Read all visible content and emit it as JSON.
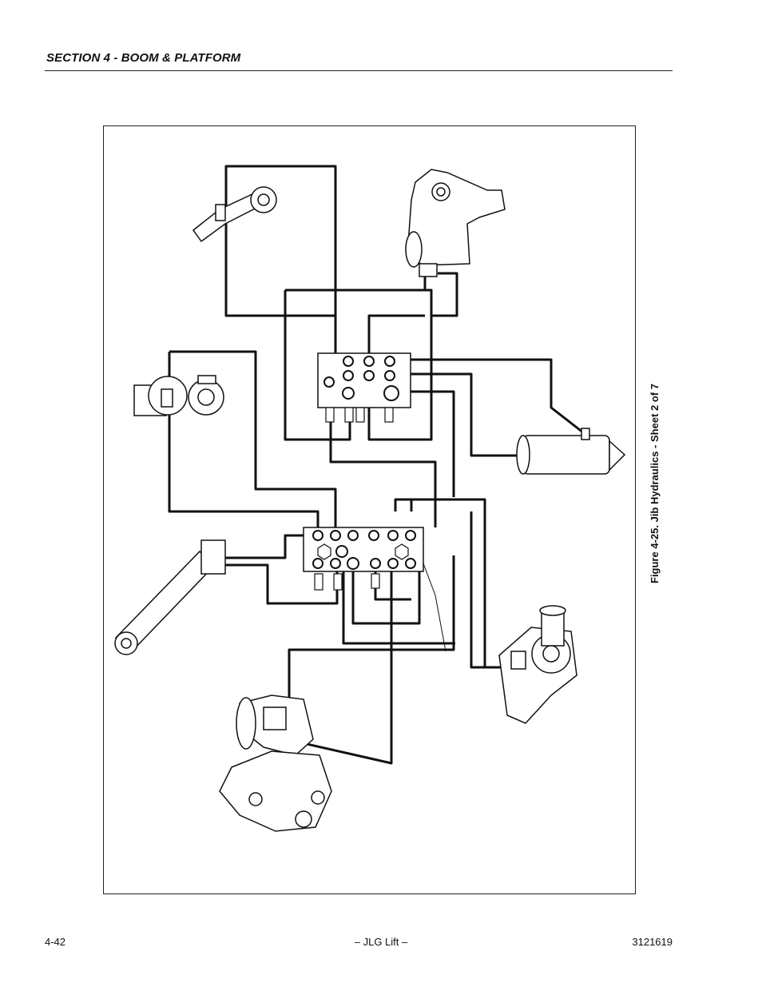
{
  "header": {
    "section": "SECTION 4 - BOOM & PLATFORM"
  },
  "figure": {
    "caption": "Figure 4-25. Jib Hydraulics - Sheet 2 of 7"
  },
  "footer": {
    "page_number": "4-42",
    "publisher": "– JLG Lift –",
    "document_number": "3121619"
  }
}
